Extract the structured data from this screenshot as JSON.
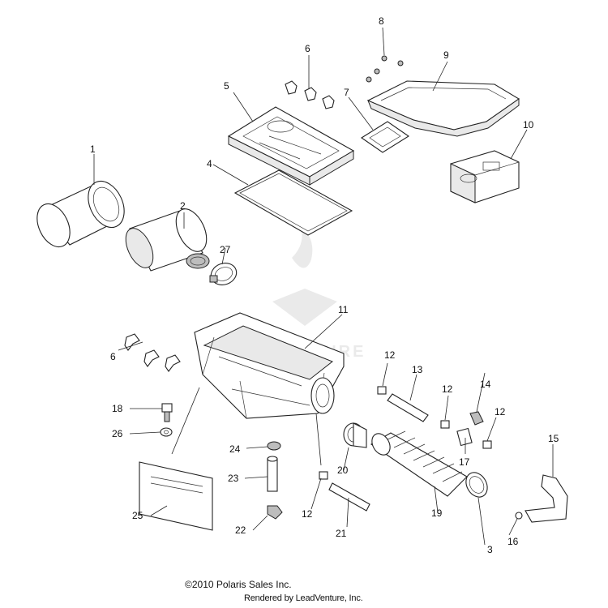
{
  "footer": {
    "copyright": "©2010 Polaris Sales Inc.",
    "rendered_by": "Rendered by LeadVenture, Inc."
  },
  "watermark": {
    "text": "ADVENTURE"
  },
  "callouts": {
    "c1": "1",
    "c2": "2",
    "c3": "3",
    "c4": "4",
    "c5": "5",
    "c6a": "6",
    "c6b": "6",
    "c7": "7",
    "c8": "8",
    "c9": "9",
    "c10": "10",
    "c11": "11",
    "c12a": "12",
    "c12b": "12",
    "c12c": "12",
    "c12d": "12",
    "c13": "13",
    "c14": "14",
    "c15": "15",
    "c16": "16",
    "c17": "17",
    "c18": "18",
    "c19": "19",
    "c20": "20",
    "c21": "21",
    "c22": "22",
    "c23": "23",
    "c24": "24",
    "c25": "25",
    "c26": "26",
    "c27": "27"
  }
}
